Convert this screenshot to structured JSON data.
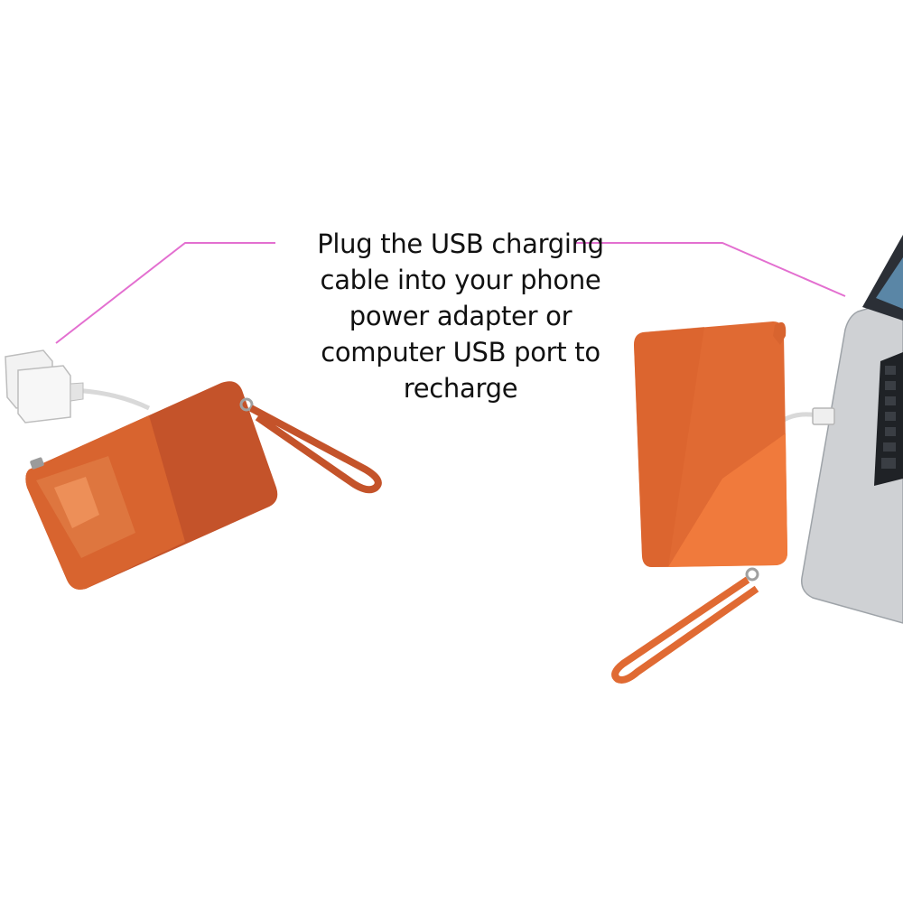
{
  "callout": {
    "lines": [
      "Plug the USB charging",
      "cable into your phone",
      "power adapter or",
      "computer USB port to",
      "recharge"
    ]
  },
  "colors": {
    "callout_line": "#e36fd0",
    "wristlet_dark": "#c4532a",
    "wristlet_mid": "#d8642f",
    "wristlet_light": "#f07a3c",
    "adapter": "#f2f2f2",
    "laptop_body": "#cfd1d4",
    "laptop_screen": "#2b2f36",
    "keyboard": "#1f2226"
  },
  "icons": {
    "left_item": "wristlet-with-wall-adapter",
    "right_item": "wristlet-with-laptop"
  }
}
